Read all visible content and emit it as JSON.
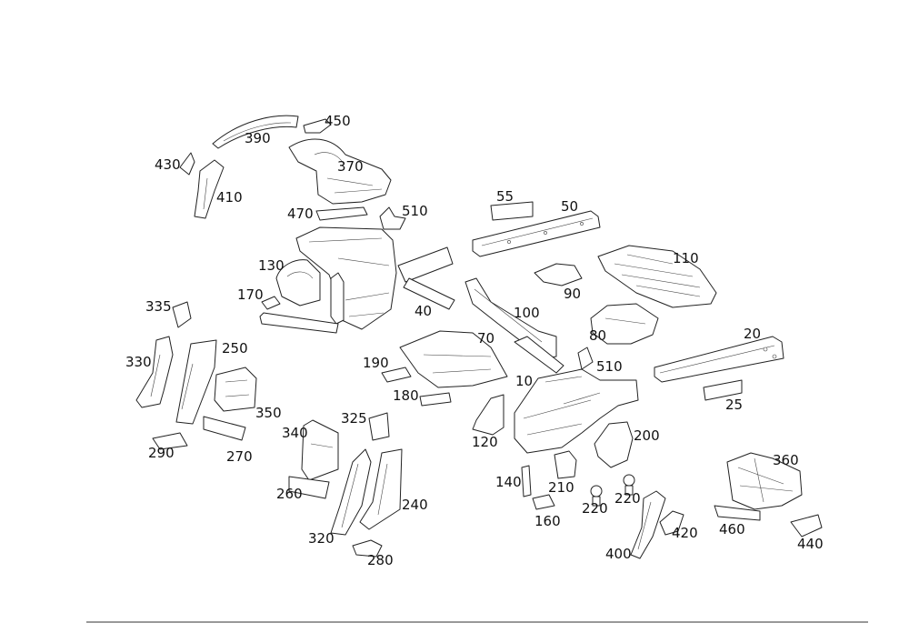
{
  "diagram": {
    "colors": {
      "line": "#222222",
      "background": "#ffffff"
    },
    "callouts": {
      "c450": "450",
      "c390": "390",
      "c430": "430",
      "c370": "370",
      "c410": "410",
      "c470": "470",
      "c510a": "510",
      "c55": "55",
      "c50": "50",
      "c110": "110",
      "c130": "130",
      "c90": "90",
      "c170": "170",
      "c100": "100",
      "c40": "40",
      "c335": "335",
      "c80": "80",
      "c70": "70",
      "c20": "20",
      "c250": "250",
      "c330": "330",
      "c190": "190",
      "c10": "10",
      "c510b": "510",
      "c180": "180",
      "c25": "25",
      "c350": "350",
      "c325": "325",
      "c340": "340",
      "c120": "120",
      "c200": "200",
      "c290": "290",
      "c270": "270",
      "c360": "360",
      "c140": "140",
      "c210": "210",
      "c260": "260",
      "c220a": "220",
      "c220b": "220",
      "c240": "240",
      "c160": "160",
      "c460": "460",
      "c420": "420",
      "c320": "320",
      "c440": "440",
      "c400": "400",
      "c280": "280"
    }
  }
}
